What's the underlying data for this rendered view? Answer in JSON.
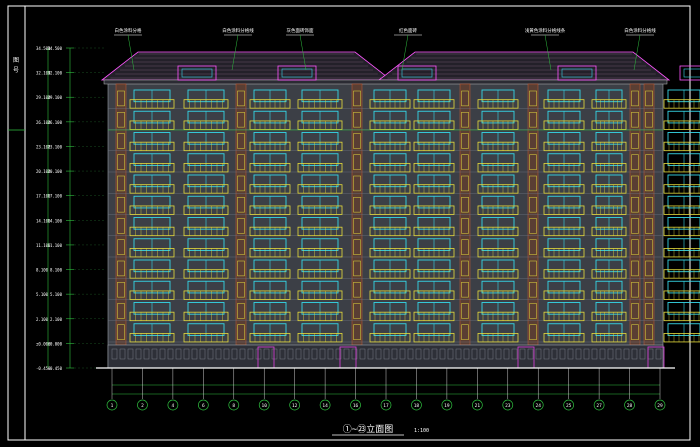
{
  "drawing": {
    "title": "①~㉓立面图",
    "scale": "1:100"
  },
  "title_block": {
    "label_a": "图",
    "label_b": "号"
  },
  "callouts": [
    "白色涂料分格",
    "白色涂料分格线",
    "灰色面砖饰面",
    "红色面砖",
    "浅黄色涂料分格线条",
    "白色涂料分格线"
  ],
  "elevation_levels": [
    "34.500",
    "32.100",
    "29.100",
    "26.100",
    "23.100",
    "20.100",
    "17.100",
    "14.100",
    "11.100",
    "8.100",
    "5.100",
    "2.100",
    "±0.000",
    "-0.450"
  ],
  "axis_labels": [
    "1",
    "2",
    "4",
    "6",
    "8",
    "10",
    "12",
    "14",
    "16",
    "17",
    "18",
    "19",
    "21",
    "23",
    "24",
    "25",
    "27",
    "28",
    "29"
  ],
  "colors": {
    "background": "#000000",
    "frame": "#ffffff",
    "wall": "#3c3f46",
    "window": "#35d6e6",
    "balcony": "#e6dc3c",
    "pier": "#c85a32",
    "roof": "#ff55ff",
    "dimension": "#2fbf3f",
    "trim": "#e040e0"
  }
}
